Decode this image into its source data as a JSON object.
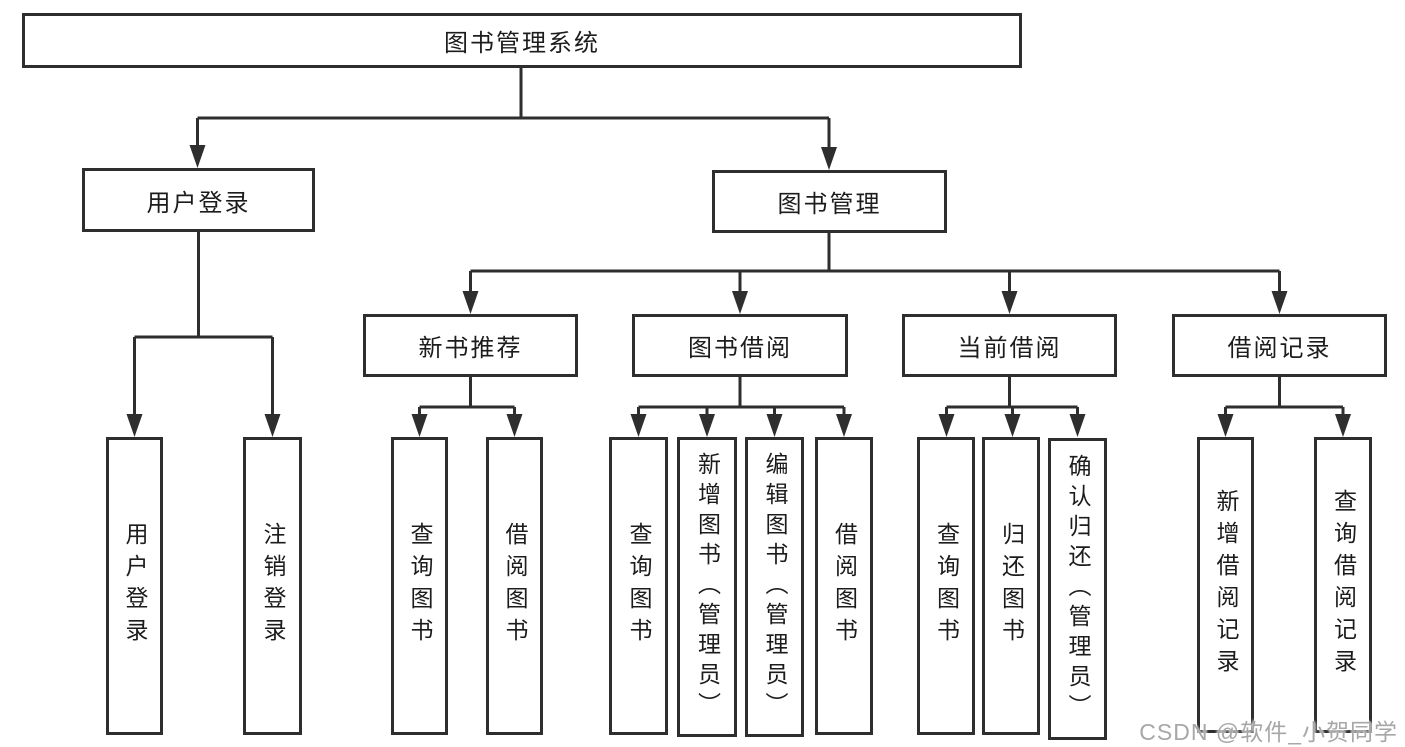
{
  "title": "图书管理系统",
  "branches": [
    {
      "label": "用户登录",
      "children": [
        "用户登录",
        "注销登录"
      ]
    },
    {
      "label": "图书管理",
      "groups": [
        {
          "label": "新书推荐",
          "children": [
            "查询图书",
            "借阅图书"
          ]
        },
        {
          "label": "图书借阅",
          "children": [
            "查询图书",
            "新增图书（管理员）",
            "编辑图书（管理员）",
            "借阅图书"
          ]
        },
        {
          "label": "当前借阅",
          "children": [
            "查询图书",
            "归还图书",
            "确认归还（管理员）"
          ]
        },
        {
          "label": "借阅记录",
          "children": [
            "新增借阅记录",
            "查询借阅记录"
          ]
        }
      ]
    }
  ],
  "watermark": "CSDN @软件_小贺同学",
  "colors": {
    "line": "#2e2e2e",
    "text": "#1c1c1c",
    "watermark": "#a7a7a7",
    "background": "#ffffff"
  }
}
